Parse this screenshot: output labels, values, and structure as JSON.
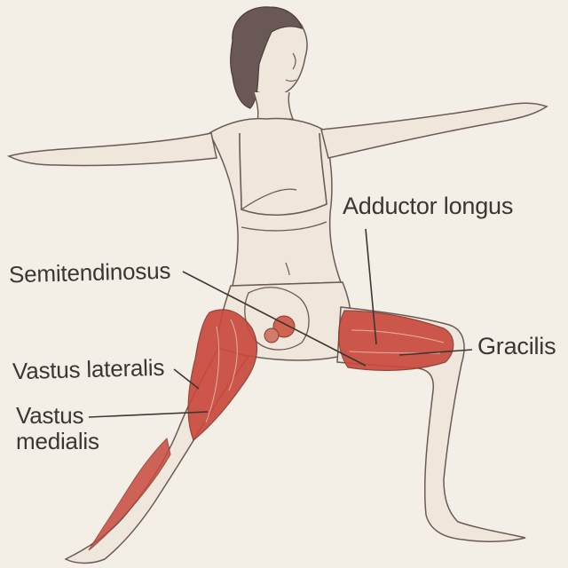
{
  "labels": {
    "adductor_longus": "Adductor longus",
    "semitendinosus": "Semitendinosus",
    "gracilis": "Gracilis",
    "vastus_lateralis": "Vastus lateralis",
    "vastus_medialis_line1": "Vastus",
    "vastus_medialis_line2": "medialis"
  },
  "colors": {
    "background": "#f1ede4",
    "ink": "#3d3532",
    "muscle": "#c94a3d",
    "muscle_dark": "#a8352b",
    "skin_outline": "#6b5a55",
    "hair": "#5a4a48"
  }
}
